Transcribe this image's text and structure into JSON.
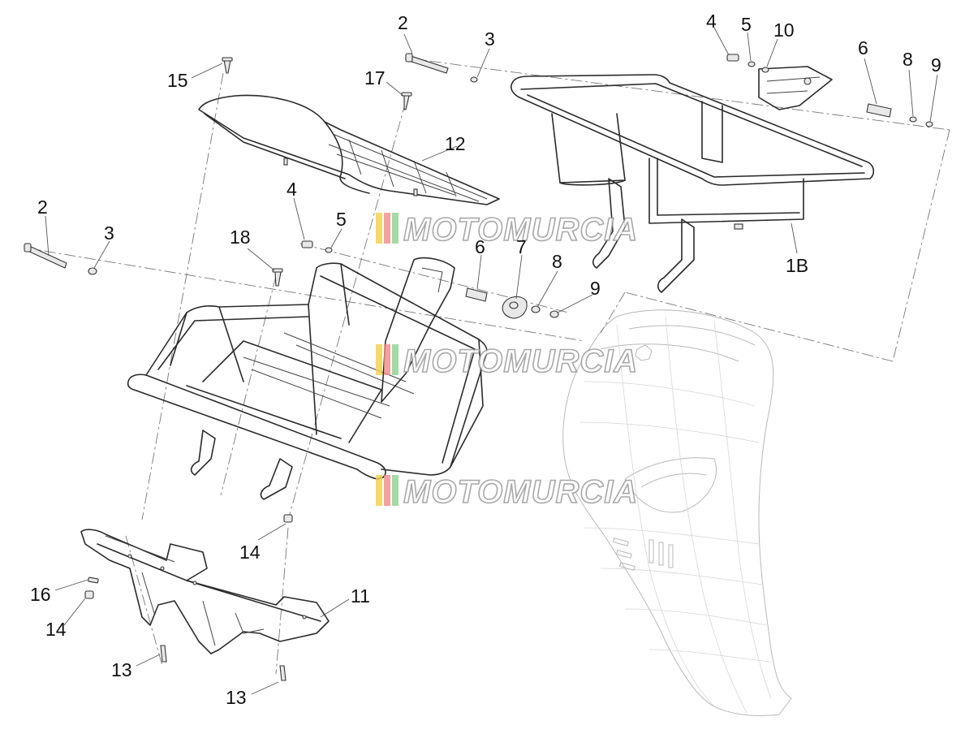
{
  "diagram": {
    "callouts": [
      {
        "id": "c2a",
        "text": "2"
      },
      {
        "id": "c3a",
        "text": "3"
      },
      {
        "id": "c4a",
        "text": "4"
      },
      {
        "id": "c5a",
        "text": "5"
      },
      {
        "id": "c10",
        "text": "10"
      },
      {
        "id": "c6a",
        "text": "6"
      },
      {
        "id": "c8a",
        "text": "8"
      },
      {
        "id": "c9a",
        "text": "9"
      },
      {
        "id": "c15",
        "text": "15"
      },
      {
        "id": "c17",
        "text": "17"
      },
      {
        "id": "c12",
        "text": "12"
      },
      {
        "id": "c2b",
        "text": "2"
      },
      {
        "id": "c3b",
        "text": "3"
      },
      {
        "id": "c4b",
        "text": "4"
      },
      {
        "id": "c5b",
        "text": "5"
      },
      {
        "id": "c18",
        "text": "18"
      },
      {
        "id": "c6b",
        "text": "6"
      },
      {
        "id": "c7",
        "text": "7"
      },
      {
        "id": "c8b",
        "text": "8"
      },
      {
        "id": "c9b",
        "text": "9"
      },
      {
        "id": "c1b",
        "text": "1B"
      },
      {
        "id": "c14a",
        "text": "14"
      },
      {
        "id": "c16",
        "text": "16"
      },
      {
        "id": "c14b",
        "text": "14"
      },
      {
        "id": "c11",
        "text": "11"
      },
      {
        "id": "c13a",
        "text": "13"
      },
      {
        "id": "c13b",
        "text": "13"
      }
    ]
  },
  "watermark": {
    "text": "MOTOMURCIA",
    "stripe_colors": [
      "#f2d04a",
      "#f08a8a",
      "#8fd08f"
    ]
  }
}
